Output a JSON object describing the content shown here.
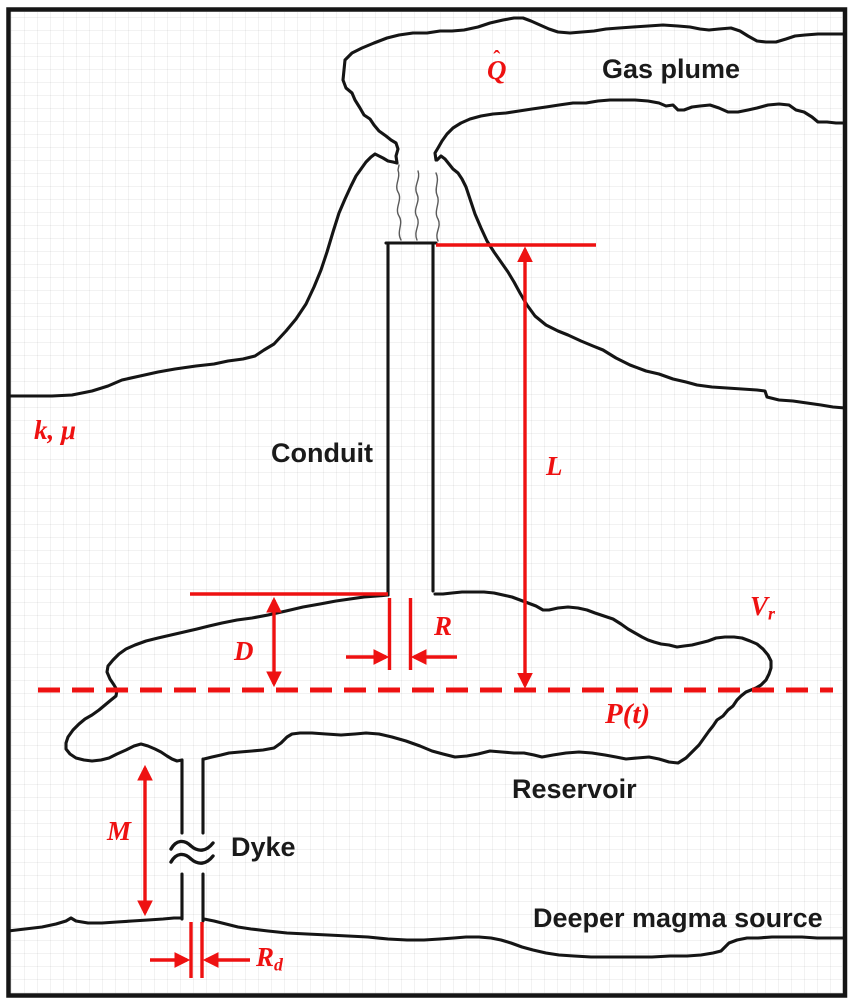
{
  "figure": {
    "labels": {
      "gas_plume": "Gas plume",
      "conduit": "Conduit",
      "reservoir": "Reservoir",
      "dyke": "Dyke",
      "deeper_magma_source": "Deeper magma source"
    },
    "annotations": {
      "q_hat": {
        "hat": "ˆ",
        "main": "Q"
      },
      "k_mu": "k, μ",
      "L": "L",
      "D": "D",
      "R": "R",
      "V_r": {
        "main": "V",
        "sub": "r"
      },
      "P_t": "P(t)",
      "M": "M",
      "R_d": {
        "main": "R",
        "sub": "d"
      }
    },
    "colors": {
      "annotation_red": "#ee1111",
      "line_black": "#151515",
      "background": "#ffffff"
    }
  }
}
